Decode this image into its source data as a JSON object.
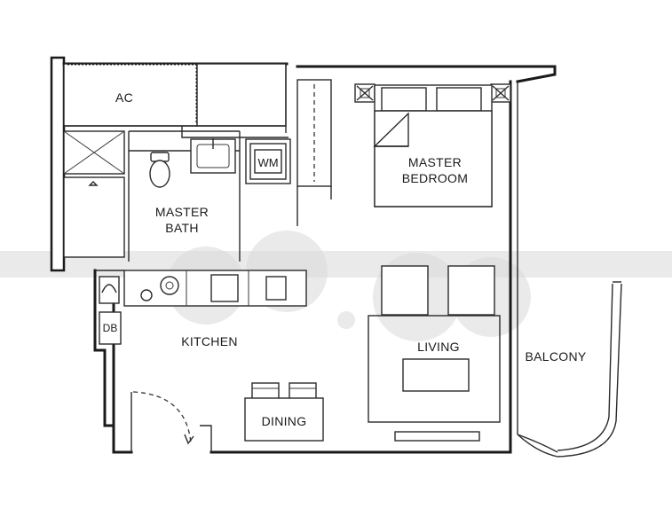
{
  "rooms": {
    "ac": "AC",
    "master_bath_line1": "MASTER",
    "master_bath_line2": "BATH",
    "master_bedroom_line1": "MASTER",
    "master_bedroom_line2": "BEDROOM",
    "kitchen": "KITCHEN",
    "living": "LIVING",
    "dining": "DINING",
    "balcony": "BALCONY",
    "db": "DB",
    "wm": "WM"
  },
  "colors": {
    "line": "#1a1a1a",
    "background": "#ffffff",
    "watermark": "#d8d8d8"
  }
}
